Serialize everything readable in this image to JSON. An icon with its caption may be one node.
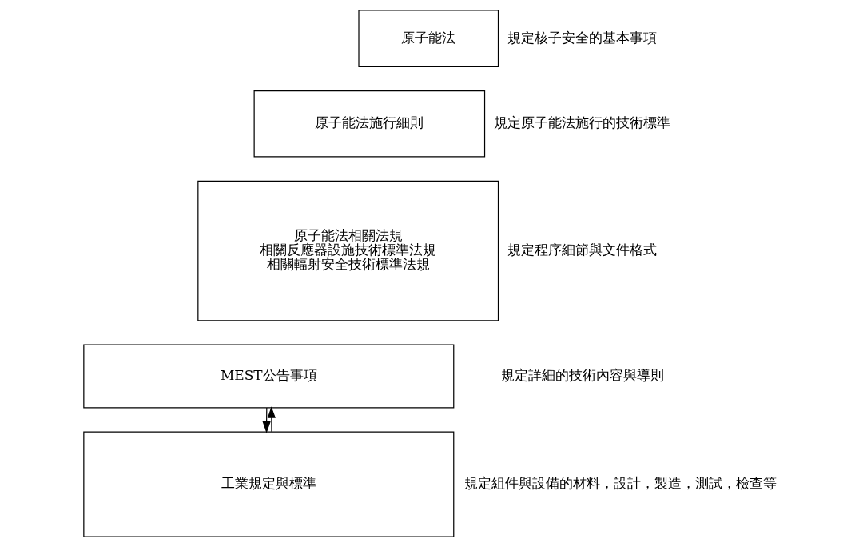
{
  "diagram": {
    "nodes": [
      {
        "text": [
          "原子能法"
        ],
        "beside": [
          "規定核子安全的基本事項"
        ]
      },
      {
        "text": [
          "原子能法施行細則"
        ],
        "beside": [
          "規定原子能法施行的技術標準"
        ]
      },
      {
        "text": [
          "原子能法相關法規",
          "相關反應器設施技術標準法規",
          "相關輻射安全技術標準法規"
        ],
        "beside": [
          "規定程序細節與文件格式"
        ]
      },
      {
        "text": [
          "MEST公告事項"
        ],
        "beside": [
          "規定詳細的技術內容與導則"
        ]
      },
      {
        "text": [
          "工業規定與標準"
        ],
        "beside": [
          "規定組件與設備的材料，設計，製造，測試，檢查等"
        ]
      }
    ],
    "edges": [
      {
        "from": 3,
        "to": 4,
        "arrow": "to"
      },
      {
        "from": 4,
        "to": 3,
        "arrow": "to"
      }
    ]
  }
}
